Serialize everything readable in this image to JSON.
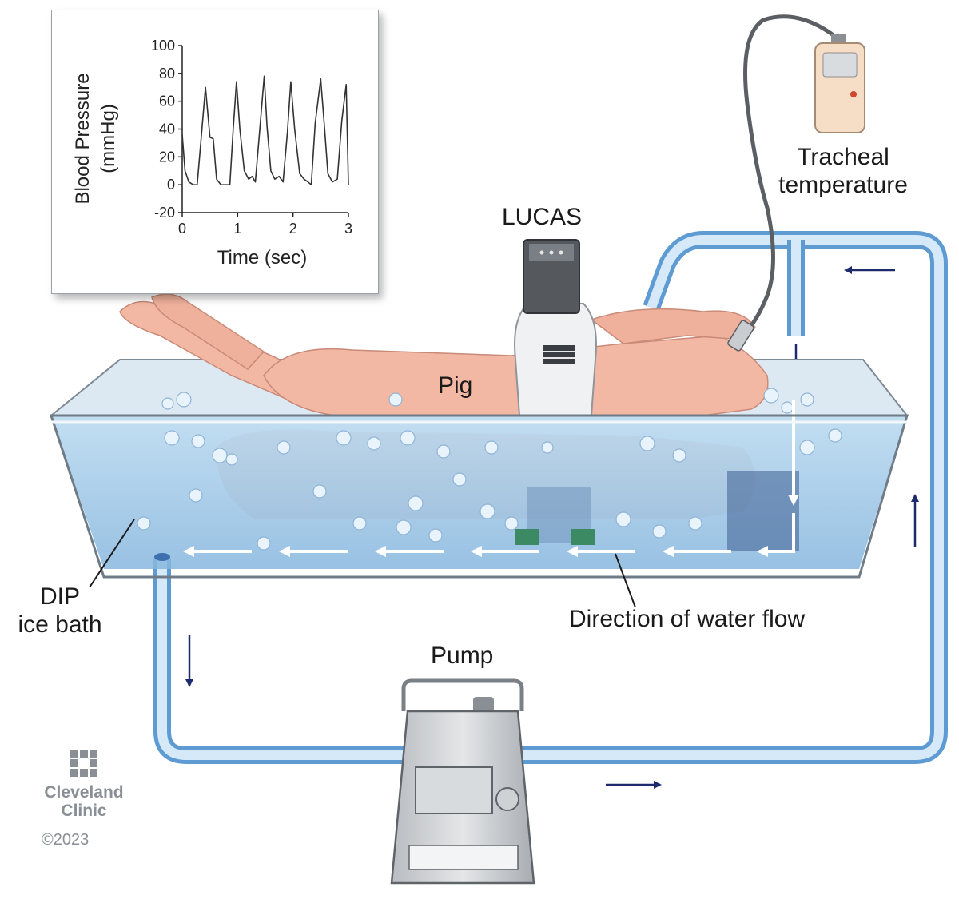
{
  "labels": {
    "lucas": "LUCAS",
    "pig": "Pig",
    "tracheal_line1": "Tracheal",
    "tracheal_line2": "temperature",
    "dip_line1": "DIP",
    "dip_line2": "ice bath",
    "water_flow": "Direction of water flow",
    "pump": "Pump"
  },
  "branding": {
    "line1": "Cleveland",
    "line2": "Clinic",
    "copyright": "©2023"
  },
  "colors": {
    "water": "#9cc6e6",
    "tube": "#6ea8dc",
    "skin": "#f2b8a4",
    "arrow": "#1d2a6b",
    "trace": "#333333"
  },
  "chart_data": {
    "type": "line",
    "xlabel": "Time (sec)",
    "ylabel_line1": "Blood Pressure",
    "ylabel_line2": "(mmHg)",
    "xlim": [
      0,
      3
    ],
    "ylim": [
      -20,
      100
    ],
    "xticks": [
      0,
      1,
      2,
      3
    ],
    "yticks": [
      -20,
      0,
      20,
      40,
      60,
      80,
      100
    ],
    "grid": false,
    "series": [
      {
        "x": [
          0.0,
          0.05,
          0.12,
          0.2,
          0.27,
          0.33,
          0.42,
          0.5,
          0.56,
          0.62,
          0.7,
          0.78,
          0.86,
          0.92,
          0.98,
          1.04,
          1.12,
          1.2,
          1.26,
          1.32,
          1.4,
          1.48,
          1.53,
          1.6,
          1.67,
          1.75,
          1.82,
          1.9,
          1.96,
          2.03,
          2.12,
          2.2,
          2.27,
          2.33,
          2.4,
          2.5,
          2.57,
          2.63,
          2.71,
          2.8,
          2.88,
          2.96,
          3.0
        ],
        "y": [
          36,
          10,
          2,
          0,
          0,
          28,
          70,
          34,
          33,
          4,
          0,
          0,
          0,
          40,
          74,
          40,
          10,
          4,
          6,
          2,
          40,
          78,
          42,
          10,
          4,
          6,
          2,
          38,
          74,
          40,
          8,
          4,
          2,
          0,
          44,
          76,
          40,
          8,
          2,
          4,
          46,
          72,
          0
        ]
      }
    ]
  }
}
